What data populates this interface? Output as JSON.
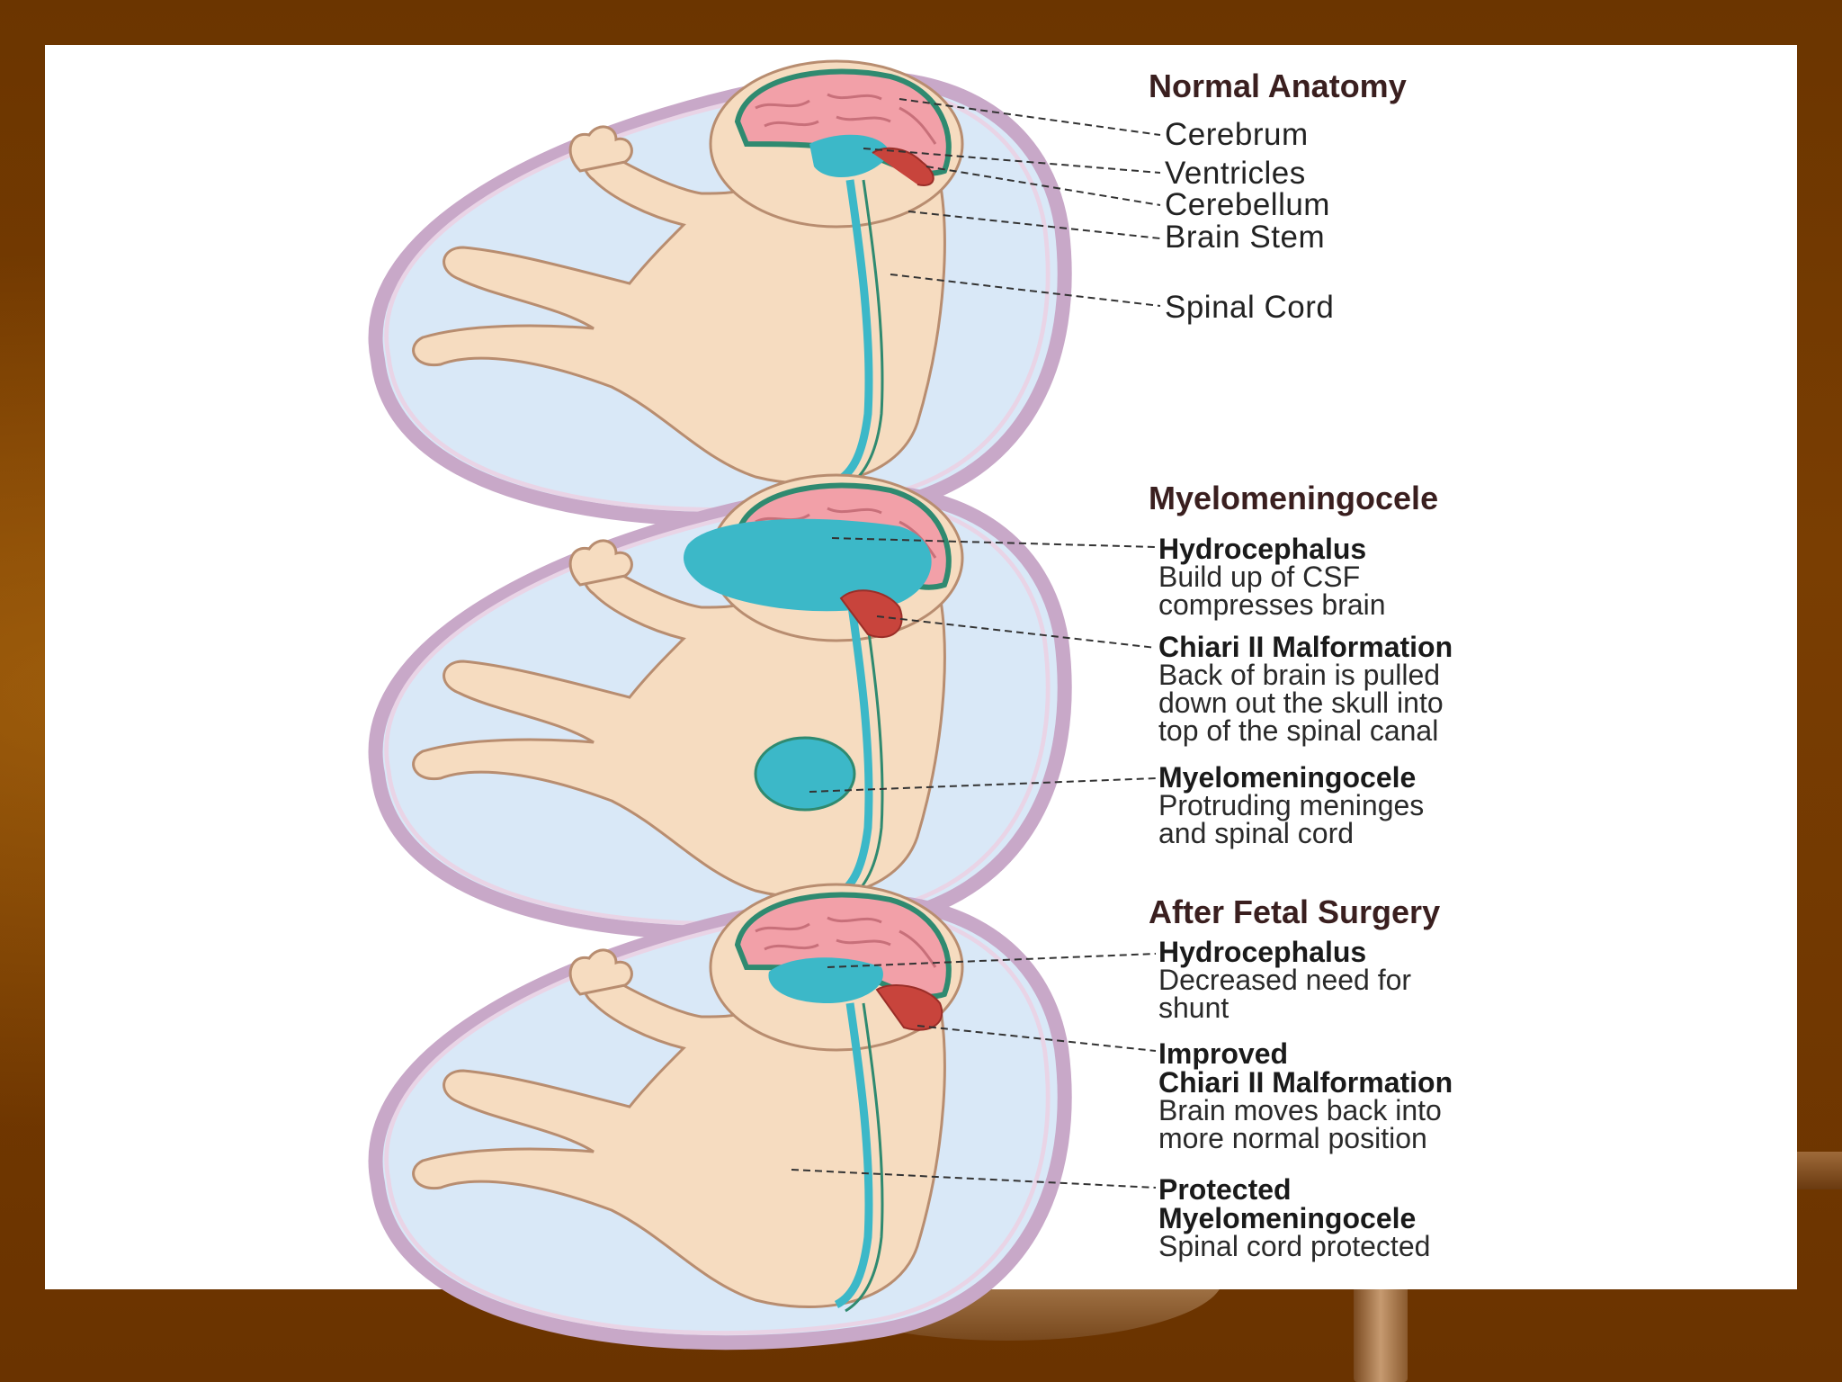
{
  "sections": [
    {
      "title": "Normal Anatomy",
      "labels": [
        "Cerebrum",
        "Ventricles",
        "Cerebellum",
        "Brain Stem",
        "Spinal Cord"
      ]
    },
    {
      "title": "Myelomeningocele",
      "items": [
        {
          "heading": "Hydrocephalus",
          "lines": [
            "Build up of CSF",
            "compresses brain"
          ]
        },
        {
          "heading": "Chiari II Malformation",
          "lines": [
            "Back of brain is pulled",
            "down out the skull into",
            "top of the spinal canal"
          ]
        },
        {
          "heading": "Myelomeningocele",
          "lines": [
            "Protruding meninges",
            "and spinal cord"
          ]
        }
      ]
    },
    {
      "title": "After Fetal Surgery",
      "items": [
        {
          "heading": "Hydrocephalus",
          "lines": [
            "Decreased need for",
            "shunt"
          ]
        },
        {
          "heading": "Improved",
          "heading2": "Chiari II Malformation",
          "lines": [
            "Brain moves back into",
            "more normal position"
          ]
        },
        {
          "heading": "Protected",
          "heading2": "Myelomeningocele",
          "lines": [
            "Spinal cord protected"
          ]
        }
      ]
    }
  ],
  "colors": {
    "background": "#6b3500",
    "amniotic": "#d9e8f7",
    "uterus_wall": "#c8a8c8",
    "skin": "#f6dcc0",
    "brain": "#f2a0a8",
    "ventricles": "#3cb8c8",
    "cerebellum": "#c8443c"
  }
}
